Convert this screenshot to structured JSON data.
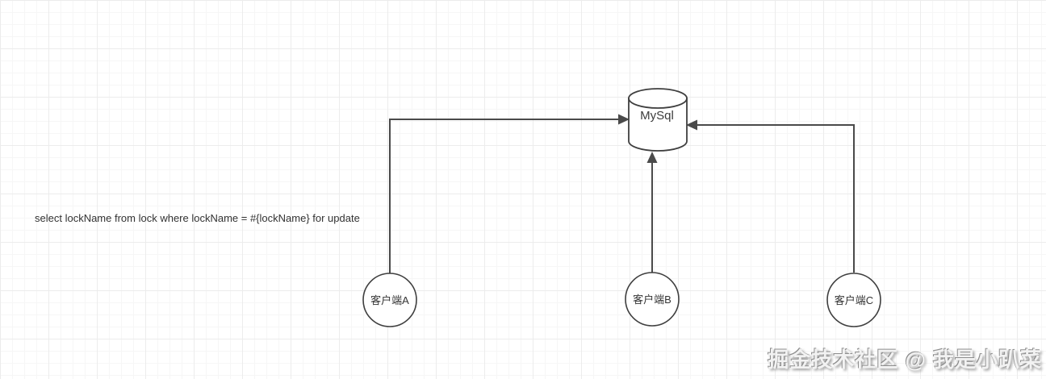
{
  "diagram": {
    "database": {
      "label": "MySql"
    },
    "clients": [
      {
        "label": "客户端A"
      },
      {
        "label": "客户端B"
      },
      {
        "label": "客户端C"
      }
    ],
    "query_text": "select lockName from lock where lockName = #{lockName} for update",
    "watermark": "掘金技术社区 @ 我是小趴菜",
    "colors": {
      "stroke": "#4a4a4a",
      "shape_fill": "#ffffff",
      "grid_minor": "#f6f6f6",
      "grid_major": "#ececec",
      "background": "#ffffff",
      "text": "#333333"
    }
  }
}
